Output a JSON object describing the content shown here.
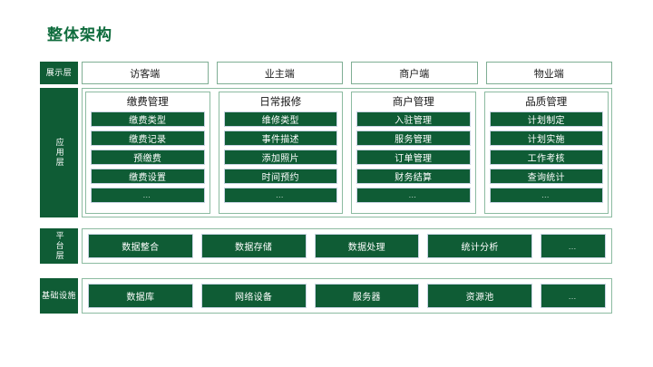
{
  "page_title": "整体架构",
  "colors": {
    "title_green": "#0e6b3c",
    "box_green": "#0f5c35",
    "border_green": "#8cbba1",
    "box_border": "#c9d4e4"
  },
  "presentation_layer": {
    "label": "展示层",
    "boxes": [
      {
        "label": "访客端"
      },
      {
        "label": "业主端"
      },
      {
        "label": "商户端"
      },
      {
        "label": "物业端"
      }
    ]
  },
  "application_layer": {
    "label": "应用层",
    "columns": [
      {
        "title": "缴费管理",
        "items": [
          {
            "label": "缴费类型"
          },
          {
            "label": "缴费记录"
          },
          {
            "label": "预缴费"
          },
          {
            "label": "缴费设置"
          },
          {
            "label": "…"
          }
        ]
      },
      {
        "title": "日常报修",
        "items": [
          {
            "label": "维修类型"
          },
          {
            "label": "事件描述"
          },
          {
            "label": "添加照片"
          },
          {
            "label": "时间预约"
          },
          {
            "label": "…"
          }
        ]
      },
      {
        "title": "商户管理",
        "items": [
          {
            "label": "入驻管理"
          },
          {
            "label": "服务管理"
          },
          {
            "label": "订单管理"
          },
          {
            "label": "财务结算"
          },
          {
            "label": "…"
          }
        ]
      },
      {
        "title": "品质管理",
        "items": [
          {
            "label": "计划制定"
          },
          {
            "label": "计划实施"
          },
          {
            "label": "工作考核"
          },
          {
            "label": "查询统计"
          },
          {
            "label": "…"
          }
        ]
      }
    ]
  },
  "platform_layer": {
    "label": "平台层",
    "boxes": [
      {
        "label": "数据整合"
      },
      {
        "label": "数据存储"
      },
      {
        "label": "数据处理"
      },
      {
        "label": "统计分析"
      },
      {
        "label": "…"
      }
    ]
  },
  "infrastructure_layer": {
    "label": "基础设施",
    "boxes": [
      {
        "label": "数据库"
      },
      {
        "label": "网络设备"
      },
      {
        "label": "服务器"
      },
      {
        "label": "资源池"
      },
      {
        "label": "…"
      }
    ]
  }
}
